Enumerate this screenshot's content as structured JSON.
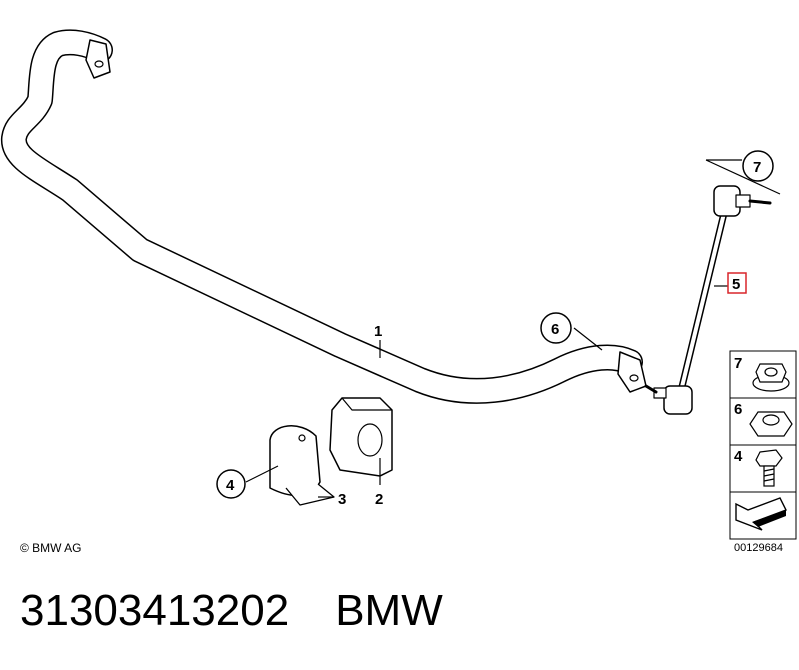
{
  "callouts": {
    "part_1": "1",
    "part_2": "2",
    "part_3": "3",
    "part_4": "4",
    "part_5": "5",
    "part_6": "6",
    "part_7": "7"
  },
  "legend": {
    "items": [
      {
        "label": "7",
        "icon": "flange-nut-icon"
      },
      {
        "label": "6",
        "icon": "hex-nut-icon"
      },
      {
        "label": "4",
        "icon": "hex-bolt-icon"
      }
    ],
    "arrow_icon": "direction-arrow-icon"
  },
  "copyright": "© BMW AG",
  "drawing_number": "00129684",
  "footer": {
    "part_number": "31303413202",
    "brand": "BMW"
  },
  "colors": {
    "line": "#000000",
    "highlight_box": "#d9252a",
    "background": "#ffffff"
  }
}
